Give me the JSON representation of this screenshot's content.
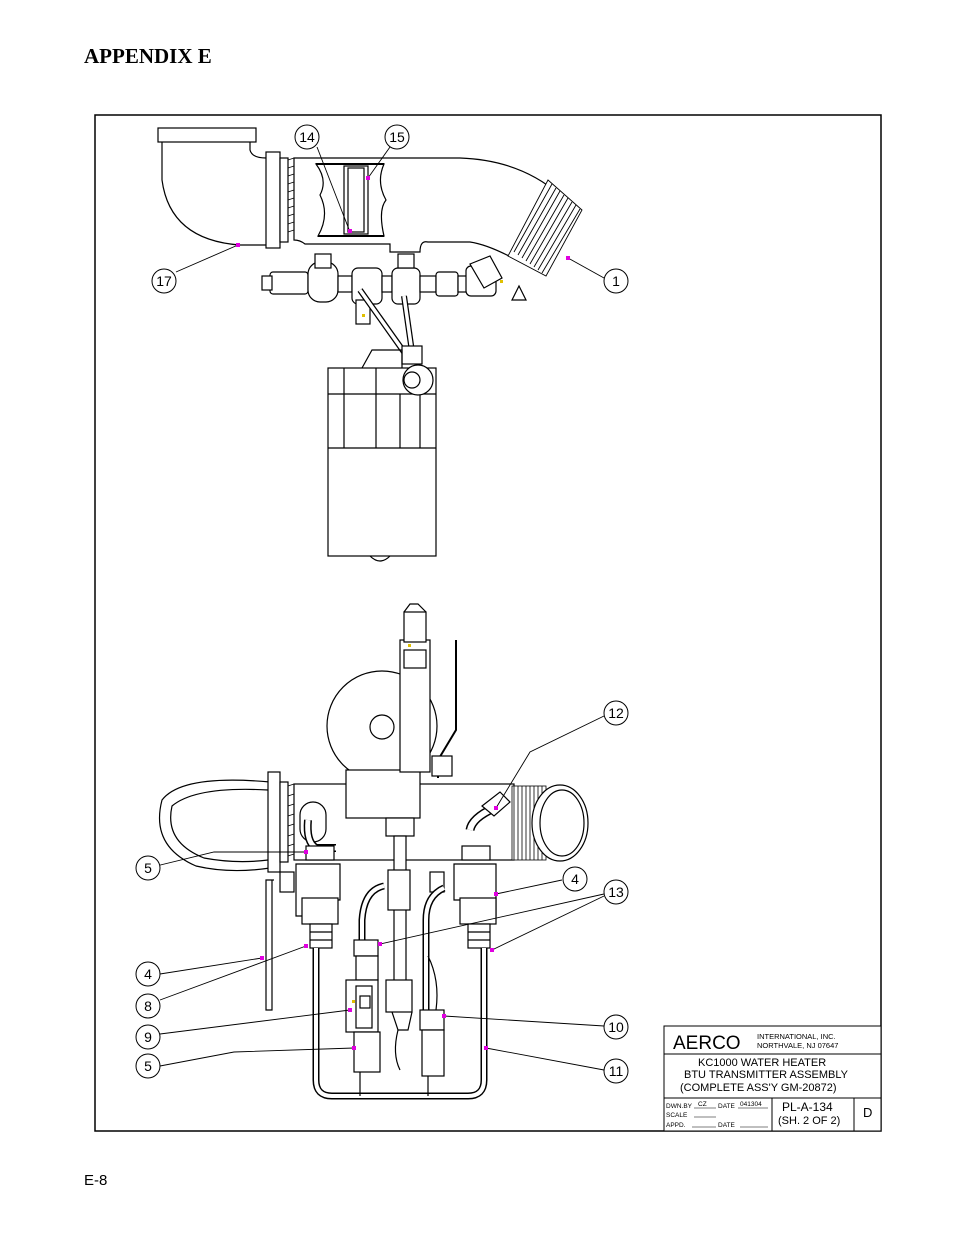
{
  "page": {
    "heading": "APPENDIX E",
    "page_number": "E-8"
  },
  "callouts": [
    "14",
    "15",
    "17",
    "1",
    "12",
    "5",
    "4",
    "13",
    "4",
    "8",
    "9",
    "10",
    "5",
    "11"
  ],
  "title_block": {
    "company": "AERCO",
    "company_line1": "INTERNATIONAL, INC.",
    "company_line2": "NORTHVALE, NJ  07647",
    "title_line1": "KC1000 WATER HEATER",
    "title_line2": "BTU TRANSMITTER ASSEMBLY",
    "title_line3": "(COMPLETE ASS'Y GM-20872)",
    "dwn_by_label": "DWN.BY",
    "dwn_by_value": "CZ",
    "date_label": "DATE",
    "date_value": "041304",
    "scale_label": "SCALE",
    "appd_label": "APPD.",
    "date2_label": "DATE",
    "drawing_number": "PL-A-134",
    "sheet": "(SH. 2 OF 2)",
    "revision": "D"
  },
  "colors": {
    "line": "#000000",
    "leader_tip": "#e000e0",
    "accent_tip": "#e0c000"
  }
}
